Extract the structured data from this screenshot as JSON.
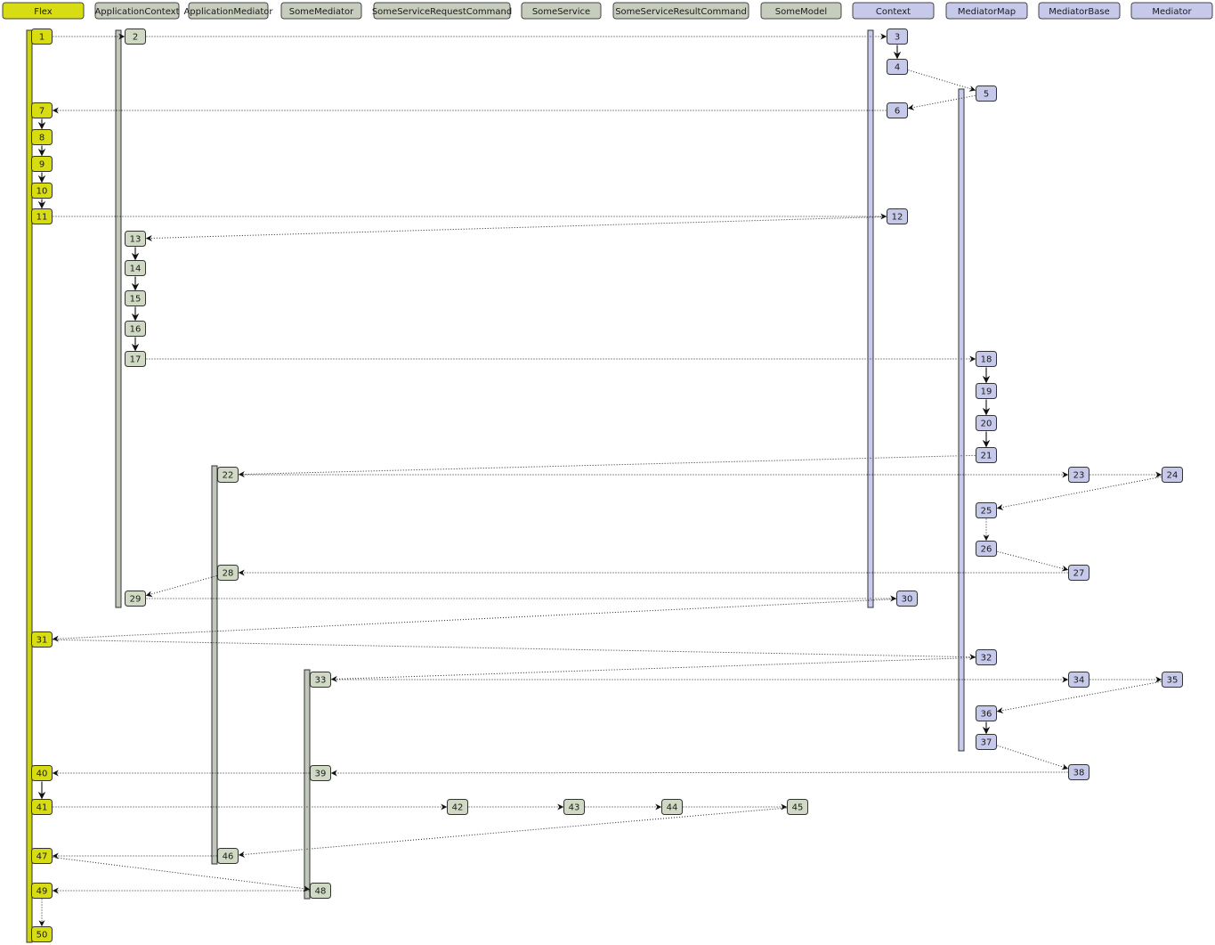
{
  "colors": {
    "flex": "#d8dc12",
    "app": "#cfd9c4",
    "app_header": "#c7cdbd",
    "context": "#c7c9ea",
    "bar_app": "#c2c7bb",
    "bar_context": "#c9cbee",
    "bar_flex": "#cdd40f"
  },
  "lifelines": [
    {
      "id": "flex",
      "label": "Flex",
      "group": "flex"
    },
    {
      "id": "appctx",
      "label": "ApplicationContext",
      "group": "app"
    },
    {
      "id": "appmed",
      "label": "ApplicationMediator",
      "group": "app"
    },
    {
      "id": "somemed",
      "label": "SomeMediator",
      "group": "app"
    },
    {
      "id": "reqcmd",
      "label": "SomeServiceRequestCommand",
      "group": "app"
    },
    {
      "id": "svc",
      "label": "SomeService",
      "group": "app"
    },
    {
      "id": "rescmd",
      "label": "SomeServiceResultCommand",
      "group": "app"
    },
    {
      "id": "model",
      "label": "SomeModel",
      "group": "app"
    },
    {
      "id": "context",
      "label": "Context",
      "group": "context"
    },
    {
      "id": "medmap",
      "label": "MediatorMap",
      "group": "context"
    },
    {
      "id": "medbase",
      "label": "MediatorBase",
      "group": "context"
    },
    {
      "id": "mediator",
      "label": "Mediator",
      "group": "context"
    }
  ],
  "nodes": [
    {
      "label": "1",
      "lane": "flex"
    },
    {
      "label": "2",
      "lane": "appctx"
    },
    {
      "label": "3",
      "lane": "context"
    },
    {
      "label": "4",
      "lane": "context"
    },
    {
      "label": "5",
      "lane": "medmap"
    },
    {
      "label": "6",
      "lane": "context"
    },
    {
      "label": "7",
      "lane": "flex"
    },
    {
      "label": "8",
      "lane": "flex"
    },
    {
      "label": "9",
      "lane": "flex"
    },
    {
      "label": "10",
      "lane": "flex"
    },
    {
      "label": "11",
      "lane": "flex"
    },
    {
      "label": "12",
      "lane": "context"
    },
    {
      "label": "13",
      "lane": "appctx"
    },
    {
      "label": "14",
      "lane": "appctx"
    },
    {
      "label": "15",
      "lane": "appctx"
    },
    {
      "label": "16",
      "lane": "appctx"
    },
    {
      "label": "17",
      "lane": "appctx"
    },
    {
      "label": "18",
      "lane": "medmap"
    },
    {
      "label": "19",
      "lane": "medmap"
    },
    {
      "label": "20",
      "lane": "medmap"
    },
    {
      "label": "21",
      "lane": "medmap"
    },
    {
      "label": "22",
      "lane": "appmed"
    },
    {
      "label": "23",
      "lane": "medbase"
    },
    {
      "label": "24",
      "lane": "mediator"
    },
    {
      "label": "25",
      "lane": "medmap"
    },
    {
      "label": "26",
      "lane": "medmap"
    },
    {
      "label": "27",
      "lane": "medbase"
    },
    {
      "label": "28",
      "lane": "appmed"
    },
    {
      "label": "29",
      "lane": "appctx"
    },
    {
      "label": "30",
      "lane": "context"
    },
    {
      "label": "31",
      "lane": "flex"
    },
    {
      "label": "32",
      "lane": "medmap"
    },
    {
      "label": "33",
      "lane": "somemed"
    },
    {
      "label": "34",
      "lane": "medbase"
    },
    {
      "label": "35",
      "lane": "mediator"
    },
    {
      "label": "36",
      "lane": "medmap"
    },
    {
      "label": "37",
      "lane": "medmap"
    },
    {
      "label": "38",
      "lane": "medbase"
    },
    {
      "label": "39",
      "lane": "somemed"
    },
    {
      "label": "40",
      "lane": "flex"
    },
    {
      "label": "41",
      "lane": "flex"
    },
    {
      "label": "42",
      "lane": "reqcmd"
    },
    {
      "label": "43",
      "lane": "svc"
    },
    {
      "label": "44",
      "lane": "rescmd"
    },
    {
      "label": "45",
      "lane": "model"
    },
    {
      "label": "46",
      "lane": "appmed"
    },
    {
      "label": "47",
      "lane": "flex"
    },
    {
      "label": "48",
      "lane": "somemed"
    },
    {
      "label": "49",
      "lane": "flex"
    },
    {
      "label": "50",
      "lane": "flex"
    }
  ],
  "edges": [
    {
      "from": "1",
      "to": "2",
      "style": "dotted"
    },
    {
      "from": "2",
      "to": "3",
      "style": "dotted"
    },
    {
      "from": "3",
      "to": "4",
      "style": "solid"
    },
    {
      "from": "4",
      "to": "5",
      "style": "dotted"
    },
    {
      "from": "5",
      "to": "6",
      "style": "dotted"
    },
    {
      "from": "6",
      "to": "7",
      "style": "dotted"
    },
    {
      "from": "7",
      "to": "8",
      "style": "solid"
    },
    {
      "from": "8",
      "to": "9",
      "style": "solid"
    },
    {
      "from": "9",
      "to": "10",
      "style": "solid"
    },
    {
      "from": "10",
      "to": "11",
      "style": "solid"
    },
    {
      "from": "11",
      "to": "12",
      "style": "dotted"
    },
    {
      "from": "12",
      "to": "13",
      "style": "dotted"
    },
    {
      "from": "13",
      "to": "14",
      "style": "solid"
    },
    {
      "from": "14",
      "to": "15",
      "style": "solid"
    },
    {
      "from": "15",
      "to": "16",
      "style": "solid"
    },
    {
      "from": "16",
      "to": "17",
      "style": "solid"
    },
    {
      "from": "17",
      "to": "18",
      "style": "dotted"
    },
    {
      "from": "18",
      "to": "19",
      "style": "solid"
    },
    {
      "from": "19",
      "to": "20",
      "style": "solid"
    },
    {
      "from": "20",
      "to": "21",
      "style": "solid"
    },
    {
      "from": "21",
      "to": "22",
      "style": "dotted"
    },
    {
      "from": "22",
      "to": "23",
      "style": "dotted"
    },
    {
      "from": "23",
      "to": "24",
      "style": "dotted"
    },
    {
      "from": "24",
      "to": "25",
      "style": "dotted"
    },
    {
      "from": "25",
      "to": "26",
      "style": "dotted"
    },
    {
      "from": "26",
      "to": "27",
      "style": "dotted"
    },
    {
      "from": "27",
      "to": "28",
      "style": "dotted"
    },
    {
      "from": "28",
      "to": "29",
      "style": "dotted"
    },
    {
      "from": "29",
      "to": "30",
      "style": "dotted"
    },
    {
      "from": "30",
      "to": "31",
      "style": "dotted"
    },
    {
      "from": "31",
      "to": "32",
      "style": "dotted"
    },
    {
      "from": "32",
      "to": "33",
      "style": "dotted"
    },
    {
      "from": "33",
      "to": "34",
      "style": "dotted"
    },
    {
      "from": "34",
      "to": "35",
      "style": "dotted"
    },
    {
      "from": "35",
      "to": "36",
      "style": "dotted"
    },
    {
      "from": "36",
      "to": "37",
      "style": "solid"
    },
    {
      "from": "37",
      "to": "38",
      "style": "dotted"
    },
    {
      "from": "38",
      "to": "39",
      "style": "dotted"
    },
    {
      "from": "39",
      "to": "40",
      "style": "dotted"
    },
    {
      "from": "40",
      "to": "41",
      "style": "solid"
    },
    {
      "from": "41",
      "to": "42",
      "style": "dotted"
    },
    {
      "from": "42",
      "to": "43",
      "style": "dotted"
    },
    {
      "from": "43",
      "to": "44",
      "style": "dotted"
    },
    {
      "from": "44",
      "to": "45",
      "style": "dotted"
    },
    {
      "from": "45",
      "to": "46",
      "style": "dotted"
    },
    {
      "from": "46",
      "to": "47",
      "style": "dotted"
    },
    {
      "from": "47",
      "to": "48",
      "style": "dotted"
    },
    {
      "from": "48",
      "to": "49",
      "style": "dotted"
    },
    {
      "from": "49",
      "to": "50",
      "style": "dotted"
    }
  ]
}
